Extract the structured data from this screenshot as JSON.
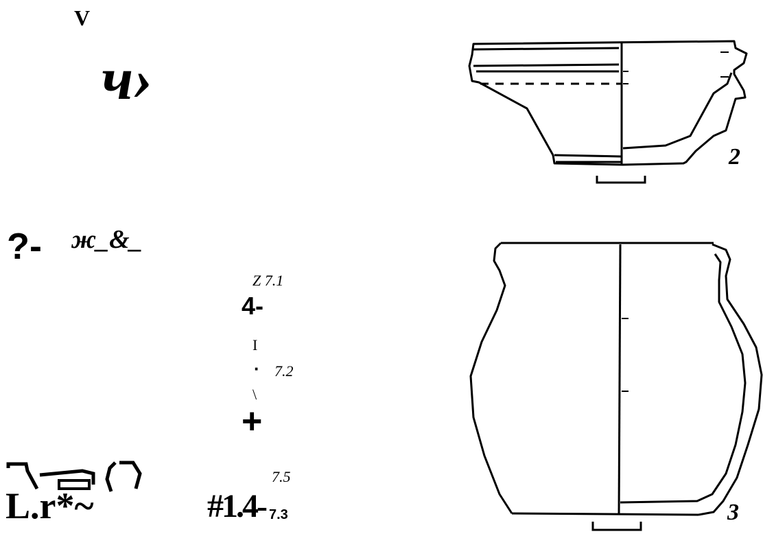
{
  "left": {
    "mark_v": "V",
    "glyph_large": "ч›",
    "question_mark": "?-",
    "script_text": "ж_&_",
    "label_z71": "Z 7.1",
    "label_4": "4-",
    "mark_i": "I",
    "dot": "·",
    "label_72": "7.2",
    "backslash": "\\",
    "plus": "+",
    "label_75": "7.5",
    "label_bottom_left": "L.r*~",
    "label_14": "#1.4-",
    "label_73": "7.3"
  },
  "right": {
    "figure_2_label": "2",
    "figure_3_label": "3"
  }
}
